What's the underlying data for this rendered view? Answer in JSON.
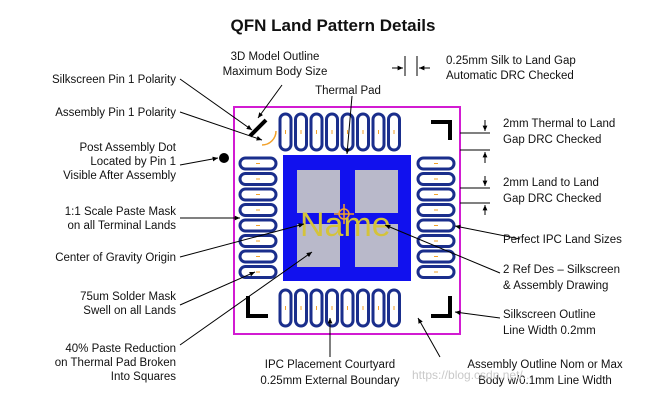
{
  "title": "QFN Land Pattern Details",
  "ref_des": "Name",
  "watermark": "https://blog.csdn.net/...",
  "colors": {
    "courtyard": "#d21bd2",
    "thermal_pad": "#1111ee",
    "paste": "#b9b9ca",
    "land_outline": "#1a2e8c",
    "land_fill": "#ffffff",
    "silkscreen": "#000000",
    "polarity_orange": "#f2a12a",
    "ref_des_text": "#d4c33a",
    "leader": "#000000"
  },
  "labels": {
    "silk_pin1": "Silkscreen Pin 1 Polarity",
    "assy_pin1": "Assembly Pin 1 Polarity",
    "post_dot": [
      "Post Assembly Dot",
      "Located by Pin 1",
      "Visible After Assembly"
    ],
    "paste_mask": [
      "1:1 Scale Paste Mask",
      "on all Terminal Lands"
    ],
    "cog": "Center of Gravity Origin",
    "solder_mask": [
      "75um Solder Mask",
      "Swell on all Lands"
    ],
    "paste_reduction": [
      "40% Paste Reduction",
      "on Thermal Pad Broken",
      "Into Squares"
    ],
    "model_outline": [
      "3D Model Outline",
      "Maximum Body Size"
    ],
    "thermal_pad": "Thermal Pad",
    "silk_gap": [
      "0.25mm Silk to Land Gap",
      "Automatic DRC Checked"
    ],
    "thermal_gap": [
      "2mm Thermal to Land",
      "Gap DRC Checked"
    ],
    "land_gap": [
      "2mm Land to Land",
      "Gap DRC Checked"
    ],
    "ipc_land": "Perfect IPC Land Sizes",
    "ref_des_label": [
      "2 Ref Des – Silkscreen",
      "& Assembly Drawing"
    ],
    "silk_outline": [
      "Silkscreen Outline",
      "Line Width 0.2mm"
    ],
    "placement": [
      "IPC Placement Courtyard",
      "0.25mm External Boundary"
    ],
    "assy_outline": [
      "Assembly Outline Nom or Max",
      "Body w/0.1mm Line Width"
    ]
  },
  "package": {
    "pins_per_side": 8
  }
}
